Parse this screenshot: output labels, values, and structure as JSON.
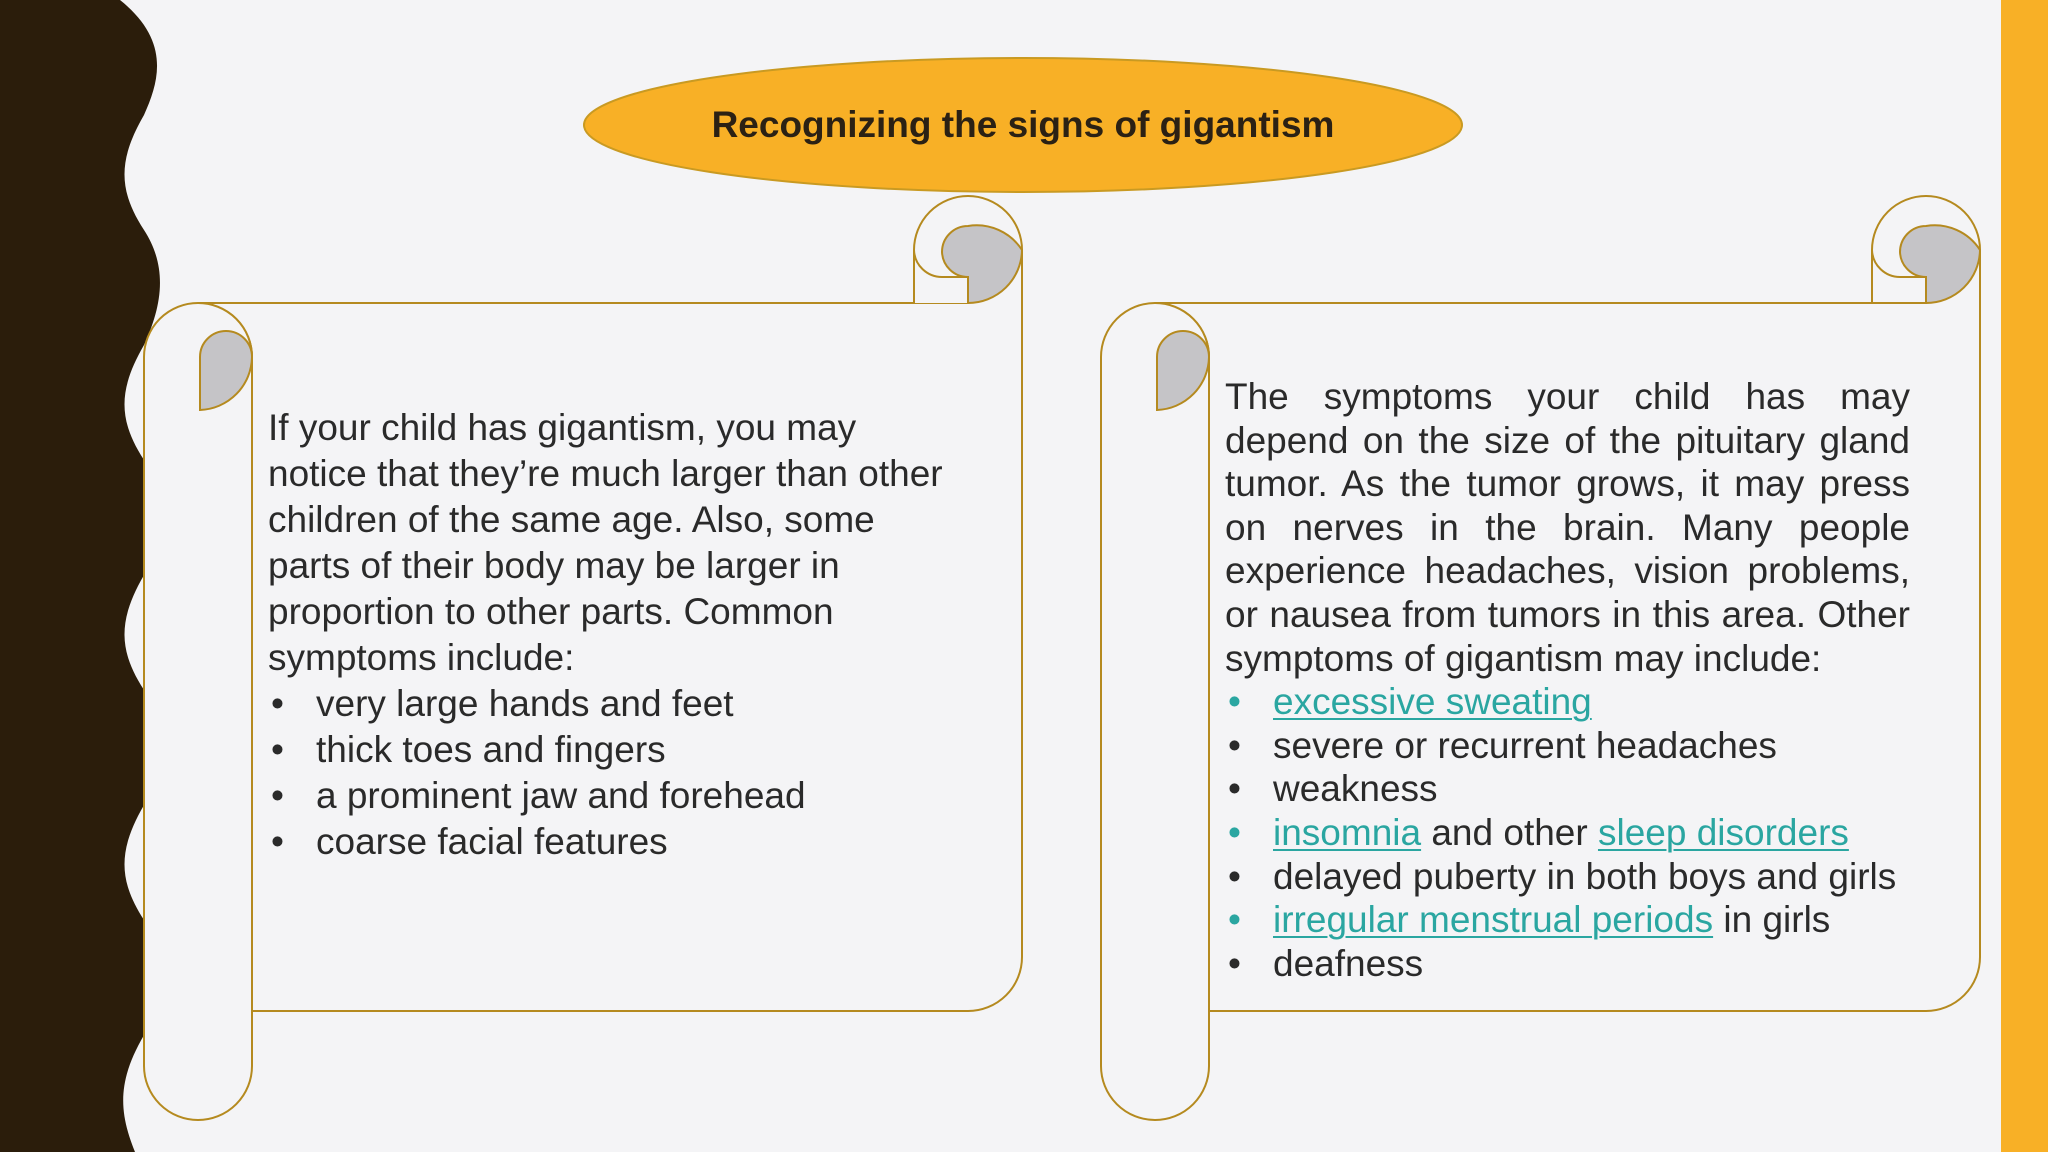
{
  "title": "Recognizing the signs of gigantism",
  "colors": {
    "accent": "#f8b026",
    "dark_band": "#2b1d0b",
    "outline": "#b58a1f",
    "curl_fill": "#c5c4c7",
    "link": "#2aa6a1"
  },
  "left_panel": {
    "paragraph": "If your child has gigantism, you may notice that they’re much larger than other children of the same age. Also, some parts of their body may be larger in proportion to other parts. Common symptoms include:",
    "bullets": [
      "very large hands and feet",
      "thick toes and fingers",
      "a prominent jaw and forehead",
      "coarse facial features"
    ]
  },
  "right_panel": {
    "paragraph": "The symptoms your child has may depend on the size of the pituitary gland tumor. As the tumor grows, it may press on nerves in the brain. Many people experience headaches, vision problems, or nausea from tumors in this area. Other symptoms of gigantism may include:",
    "bullets": [
      {
        "link": "excessive sweating"
      },
      {
        "text": "severe or recurrent headaches"
      },
      {
        "text": "weakness"
      },
      {
        "link": "insomnia",
        "middle": " and other ",
        "link2": "sleep disorders"
      },
      {
        "text": "delayed puberty in both boys and girls"
      },
      {
        "link": "irregular menstrual periods",
        "after": " in girls"
      },
      {
        "text": "deafness"
      }
    ]
  }
}
